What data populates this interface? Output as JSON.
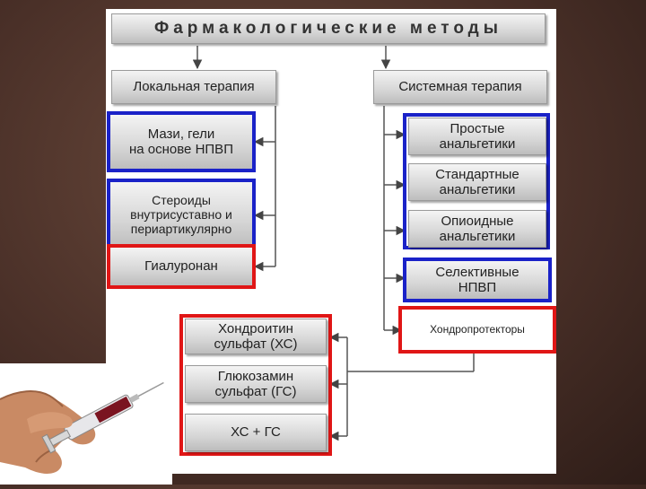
{
  "title": "Фармакологические методы",
  "local": {
    "header": "Локальная терапия",
    "items": [
      "Мази, гели\nна основе НПВП",
      "Стероиды\nвнутрисуставно и\nпериартикулярно",
      "Гиалуронан"
    ]
  },
  "systemic": {
    "header": "Системная терапия",
    "items": [
      "Простые\nанальгетики",
      "Стандартные\nанальгетики",
      "Опиоидные\nанальгетики",
      "Селективные\nНПВП",
      "Хондропротекторы"
    ]
  },
  "chondro": {
    "items": [
      "Хондроитин\nсульфат (ХС)",
      "Глюкозамин\nсульфат (ГС)",
      "ХС + ГС"
    ]
  },
  "colors": {
    "blue_frame": "#1a22c8",
    "red_frame": "#e01616"
  },
  "image": {
    "icon": "syringe-in-hand-icon"
  }
}
